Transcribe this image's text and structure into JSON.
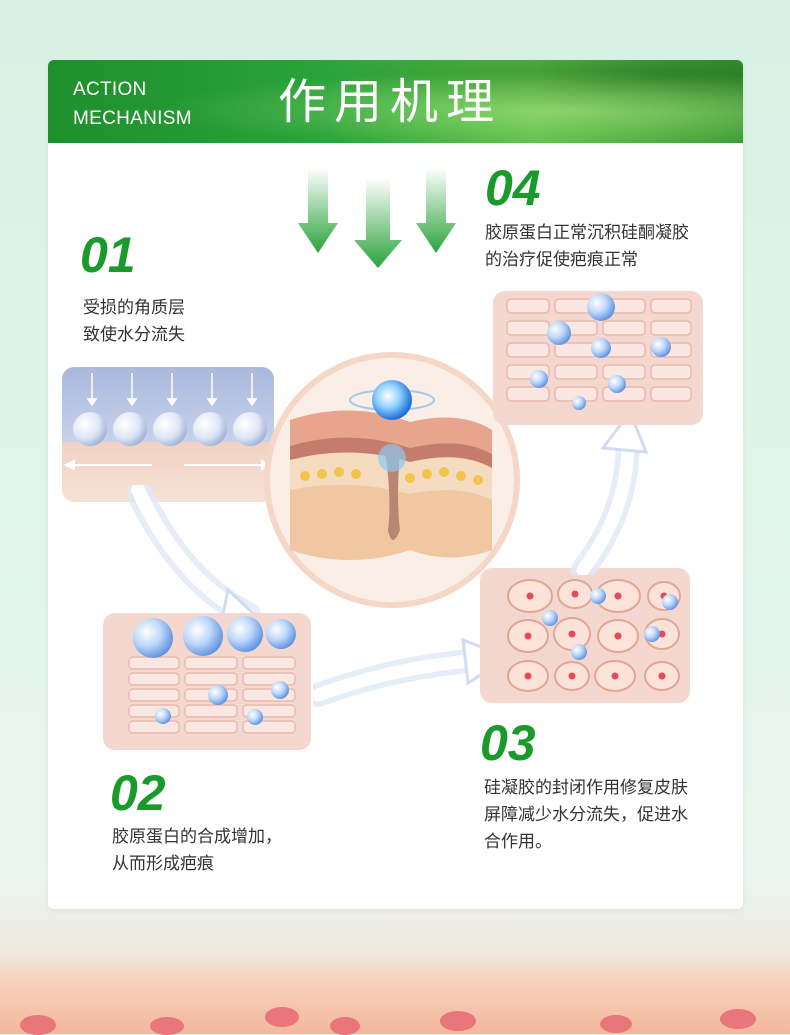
{
  "header": {
    "en_line1": "ACTION",
    "en_line2": "MECHANISM",
    "title_zh": "作用机理"
  },
  "steps": [
    {
      "number": "01",
      "line1": "受损的角质层",
      "line2": "致使水分流失"
    },
    {
      "number": "02",
      "line1": "胶原蛋白的合成增加，",
      "line2": "从而形成疤痕"
    },
    {
      "number": "03",
      "line1": "硅凝胶的封闭作用修复皮肤",
      "line2": "屏障减少水分流失，促进水",
      "line3": "合作用。"
    },
    {
      "number": "04",
      "line1": "胶原蛋白正常沉积硅酮凝胶",
      "line2": "的治疗促使疤痕正常"
    }
  ],
  "colors": {
    "brand_green": "#1a9a2a",
    "header_green": "#2aa33a",
    "skin_pink": "#f2d3c8",
    "water_blue": "#6fa8e8"
  },
  "icons": [
    "down-arrow-icon",
    "water-droplet-icon",
    "flow-arrow-icon",
    "skin-cross-section-icon"
  ]
}
